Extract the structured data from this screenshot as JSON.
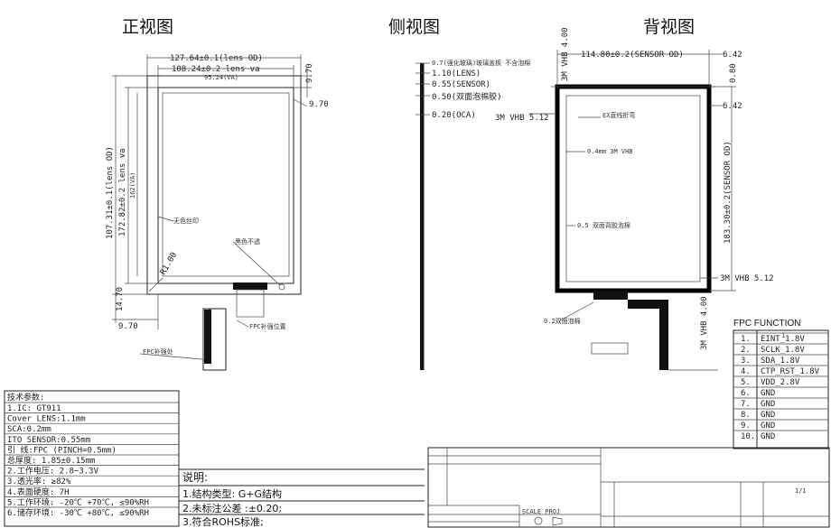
{
  "titles": {
    "front": "正视图",
    "side": "侧视图",
    "back": "背视图"
  },
  "front": {
    "dim_lens_od": "127.64±0.1(lens OD)",
    "dim_lens_va": "108.24±0.2 lens va",
    "dim_sensor_hint": "95.24(VA)",
    "dim_top_gap": "9.70",
    "dim_right_gap": "9.70",
    "dim_height_od": "107.31±0.1(lens OD)",
    "dim_height_va": "172.82±0.2 lens va",
    "dim_height_sensor": "162(VA)",
    "radius": "R1.00",
    "dim_left_gap": "14.70",
    "dim_bottom_gap": "9.70",
    "note_glue": "无色丝印",
    "note_hole": "黑色不透",
    "note_fpc": "FPC补强位置",
    "note_bottom": "FPC补强处"
  },
  "side": {
    "stack": [
      "0.7(强化玻璃)玻璃盖板 不含泡棉",
      "1.10(LENS)",
      "0.55(SENSOR)",
      "0.50(双面泡棉胶)",
      "0.20(OCA)"
    ]
  },
  "back": {
    "dim_sensor_od": "114.80±0.2(SENSOR OD)",
    "dim_tape_top": "3M VHB 4.00",
    "dim_right_top": "6.42",
    "dim_right_top2": "0.80",
    "dim_right_mid": "6.42",
    "dim_left_tape": "3M VHB 5.12",
    "dim_height_sensor": "183.30±0.2(SENSOR OD)",
    "dim_right_bottom_tape": "3M VHB 5.12",
    "dim_bottom_tape": "3M VHB 4.00",
    "note_fold": "EX直线折弯",
    "note_foam": "0.4mm 3M VHB",
    "note_tape": "0.5 双面背胶泡棉",
    "note_bottom": "0.2双面泡棉"
  },
  "fpc": {
    "title": "FPC FUNCTION",
    "header": "1",
    "rows": [
      {
        "n": "1.",
        "name": "EINT_1.8V"
      },
      {
        "n": "2.",
        "name": "SCLK_1.8V"
      },
      {
        "n": "3.",
        "name": "SDA_1.8V"
      },
      {
        "n": "4.",
        "name": "CTP_RST_1.8V"
      },
      {
        "n": "5.",
        "name": "VDD_2.8V"
      },
      {
        "n": "6.",
        "name": "GND"
      },
      {
        "n": "7.",
        "name": "GND"
      },
      {
        "n": "8.",
        "name": "GND"
      },
      {
        "n": "9.",
        "name": "GND"
      },
      {
        "n": "10.",
        "name": "GND"
      }
    ]
  },
  "specs": {
    "title": "技术参数:",
    "rows": [
      "1.IC:   GT911",
      "Cover LENS:1.1mm",
      "SCA:0.2mm",
      "ITO SENSOR:0.55mm",
      "引  线:FPC (PINCH=0.5mm)",
      "总厚度: 1.85±0.15mm",
      "2.工作电压: 2.8~3.3V",
      "3.透光率: ≥82%",
      "4.表面硬度: 7H",
      "5.工作环境: -20℃ +70℃, ≤90%RH",
      "6.储存环境: -30℃ +80℃, ≤90%RH"
    ]
  },
  "notes": {
    "title": "说明:",
    "rows": [
      "1.结构类型: G+G结构",
      "2.未标注公差 :±0.20;",
      "3.符合ROHS标准;"
    ]
  },
  "titleblock": {
    "proj": "SCALE PROJ",
    "rev": "1/1"
  }
}
